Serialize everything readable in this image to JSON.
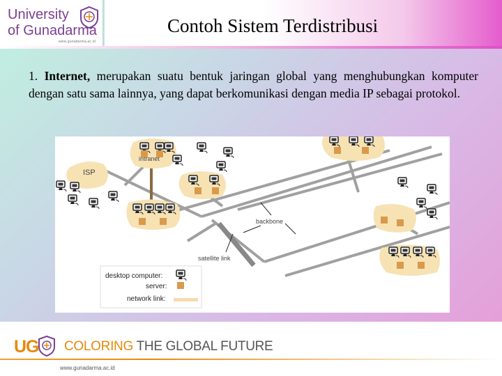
{
  "header": {
    "logo_line1": "University",
    "logo_line2": "of Gunadarma",
    "logo_url": "www.gunadarma.ac.id",
    "title": "Contoh Sistem Terdistribusi"
  },
  "content": {
    "item_number": "1.",
    "term": "Internet,",
    "description": "merupakan suatu bentuk jaringan global yang menghubungkan komputer dengan satu sama lainnya, yang dapat berkomunikasi dengan media IP sebagai protokol."
  },
  "diagram": {
    "labels": {
      "intranet": "intranet",
      "isp": "ISP",
      "backbone": "backbone",
      "satellite": "satellite link"
    },
    "legend": {
      "desktop": "desktop computer:",
      "server": "server:",
      "link": "network link:"
    },
    "colors": {
      "cluster": "#f7e2b4",
      "server": "#d99a4c",
      "link": "#f4dcaf",
      "backbone": "#a0a0a0"
    }
  },
  "footer": {
    "brand": "UG",
    "slogan_colored": "COLORING",
    "slogan_rest": " THE GLOBAL FUTURE",
    "url": "www.gunadarma.ac.id"
  }
}
